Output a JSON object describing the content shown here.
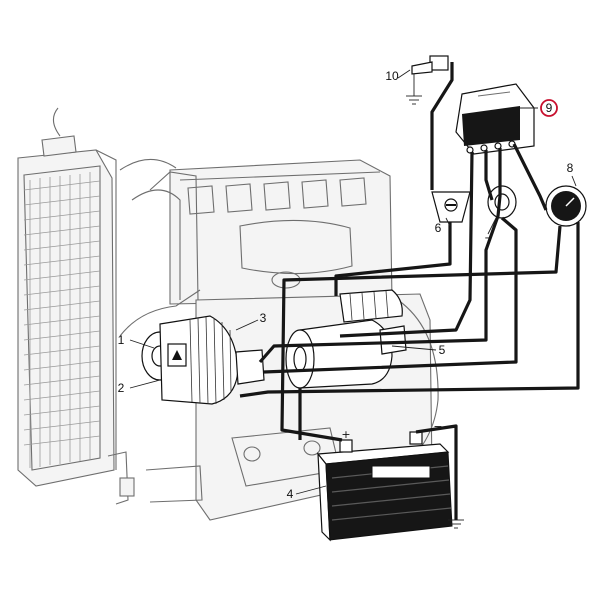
{
  "diagram": {
    "callouts": [
      {
        "id": "1",
        "label": "1"
      },
      {
        "id": "2",
        "label": "2"
      },
      {
        "id": "3",
        "label": "3"
      },
      {
        "id": "4",
        "label": "4"
      },
      {
        "id": "5",
        "label": "5"
      },
      {
        "id": "6",
        "label": "6"
      },
      {
        "id": "7",
        "label": "7"
      },
      {
        "id": "8",
        "label": "8"
      },
      {
        "id": "9",
        "label": "9"
      },
      {
        "id": "10",
        "label": "10"
      }
    ],
    "highlighted_callout": "9",
    "battery": {
      "plus": "+",
      "minus": "−"
    }
  },
  "colors": {
    "wire": "#161616",
    "engine_line": "#6e6e6e",
    "highlight": "#c8102e"
  }
}
